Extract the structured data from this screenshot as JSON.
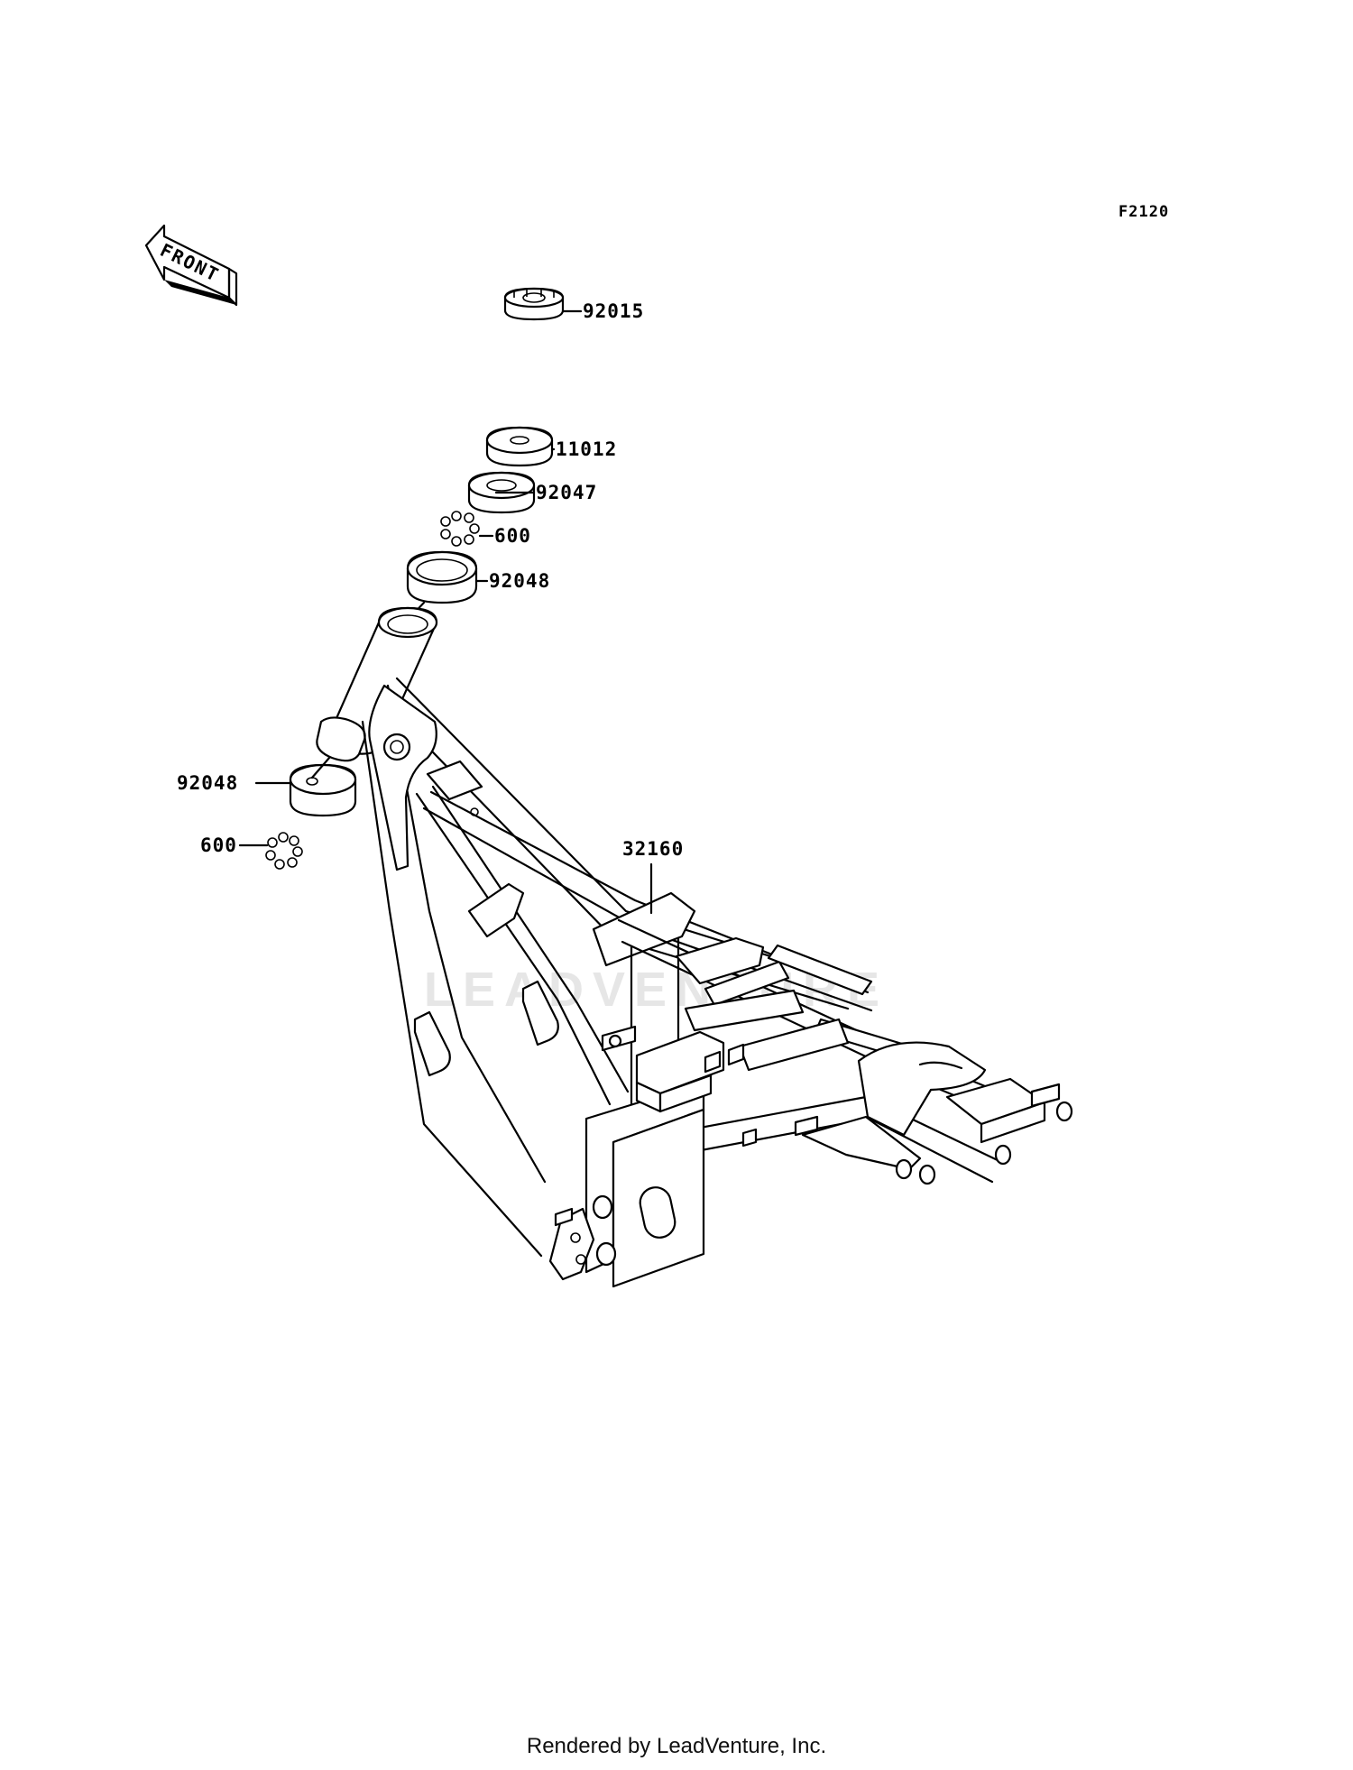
{
  "diagram": {
    "code": "F2120",
    "front_arrow_label": "FRONT",
    "watermark": "LEADVENTURE",
    "footer": "Rendered by LeadVenture, Inc.",
    "callouts": [
      {
        "id": "c-92015",
        "part": "92015"
      },
      {
        "id": "c-11012",
        "part": "11012"
      },
      {
        "id": "c-92047",
        "part": "92047"
      },
      {
        "id": "c-600-top",
        "part": "600"
      },
      {
        "id": "c-92048-top",
        "part": "92048"
      },
      {
        "id": "c-92048-bottom",
        "part": "92048"
      },
      {
        "id": "c-600-bottom",
        "part": "600"
      },
      {
        "id": "c-32160",
        "part": "32160"
      }
    ]
  }
}
